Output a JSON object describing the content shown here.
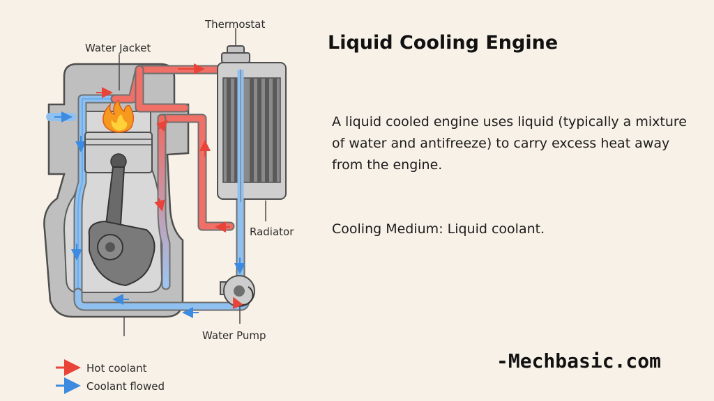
{
  "title": "Liquid Cooling Engine",
  "description": "A liquid cooled engine uses liquid (typically a mixture of water and antifreeze) to carry excess heat away from the engine.",
  "cooling_medium": "Cooling Medium: Liquid coolant.",
  "brand": "-Mechbasic.com",
  "labels": {
    "thermostat": "Thermostat",
    "water_jacket": "Water Jacket",
    "radiator": "Radiator",
    "water_pump": "Water Pump"
  },
  "legend": {
    "hot": "Hot coolant",
    "cool": "Coolant flowed"
  },
  "colors": {
    "background": "#f8f1e7",
    "hot_coolant": "#e8443a",
    "cool_coolant": "#4a9be8",
    "engine_gray": "#bdbdbd",
    "outline": "#555555"
  }
}
